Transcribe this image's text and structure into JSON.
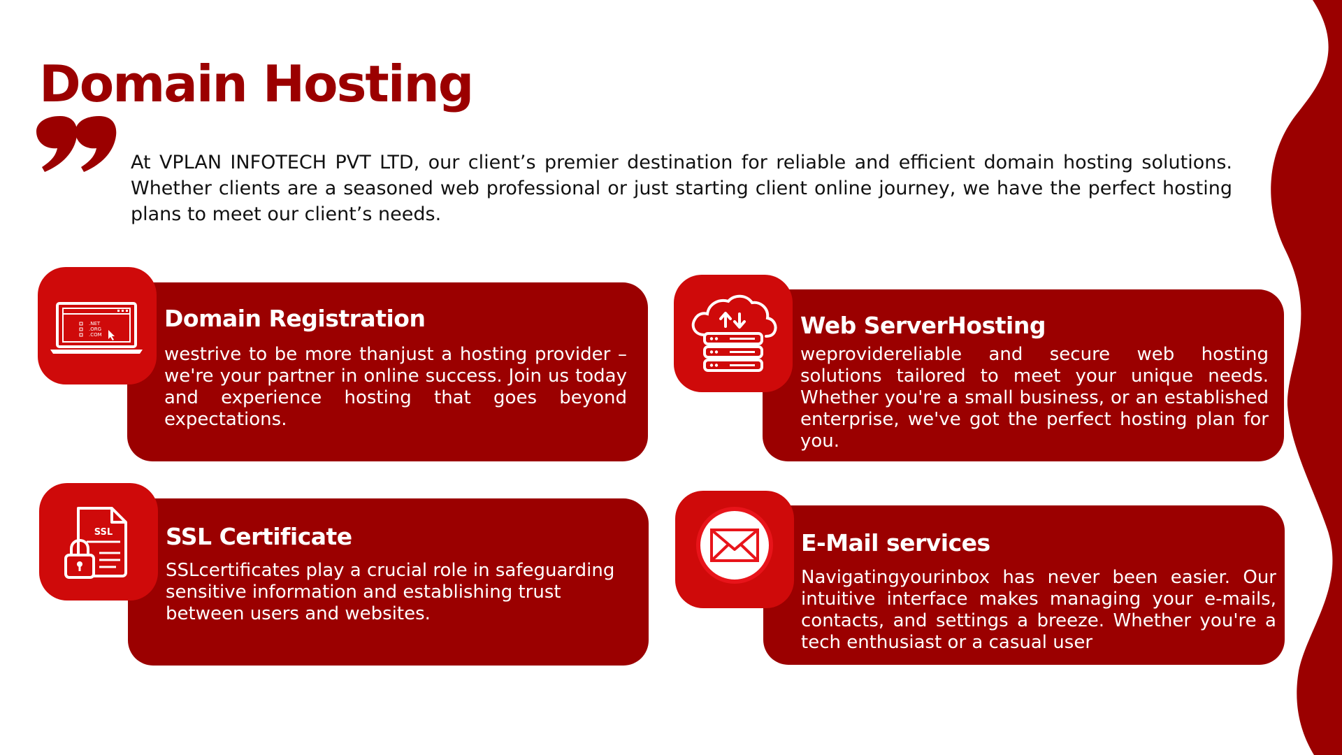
{
  "page": {
    "title": "Domain Hosting",
    "intro": "At VPLAN INFOTECH PVT LTD, our client’s premier destination for reliable and efficient domain hosting solutions. Whether clients are a seasoned web professional or just starting client online journey, we have the perfect hosting plans to meet our client’s needs."
  },
  "colors": {
    "accent": "#9b0000",
    "icon_tile": "#cf0a0a",
    "background": "#ffffff"
  },
  "cards": [
    {
      "icon": "laptop-domain-icon",
      "icon_labels": [
        ".NET",
        ".ORG",
        ".COM"
      ],
      "title": "Domain Registration",
      "text": "westrive to be more thanjust a hosting provider – we're your partner in online success. Join us today and experience hosting that goes beyond expectations."
    },
    {
      "icon": "cloud-server-icon",
      "title": "Web ServerHosting",
      "text": "weprovidereliable and secure web hosting solutions tailored to meet your unique needs. Whether you're a small business, or an established enterprise, we've got the perfect hosting plan for you."
    },
    {
      "icon": "ssl-certificate-icon",
      "icon_label": "SSL",
      "title": "SSL Certificate",
      "text": "SSLcertificates play a crucial role in safeguarding sensitive information and establishing trust between users and websites."
    },
    {
      "icon": "envelope-icon",
      "title": "E-Mail services",
      "text": "Navigatingyourinbox has never been easier. Our intuitive interface makes managing your e-mails, contacts, and settings a breeze. Whether you're a tech enthusiast or a casual user"
    }
  ]
}
